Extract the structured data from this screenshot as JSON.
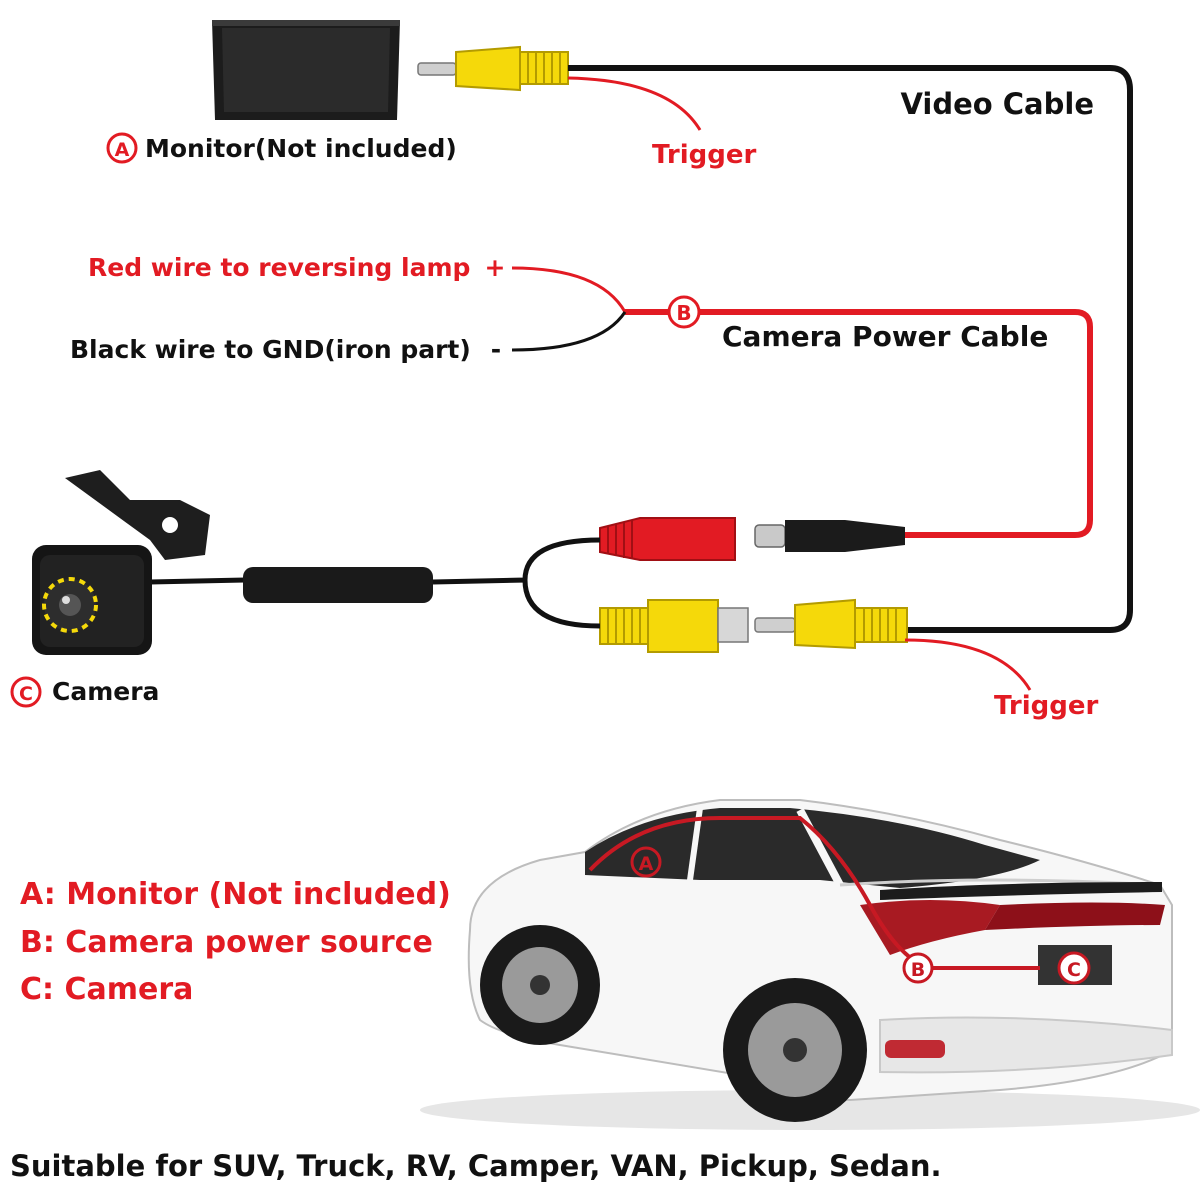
{
  "diagram": {
    "labels": {
      "monitor_marker": "A",
      "monitor_text": "Monitor(Not included)",
      "video_cable": "Video Cable",
      "trigger_top": "Trigger",
      "red_wire": "Red wire to reversing lamp",
      "plus": "+",
      "black_wire": "Black wire to GND(iron part)",
      "minus": "-",
      "power_marker": "B",
      "camera_power_cable": "Camera Power Cable",
      "camera_marker": "C",
      "camera_text": "Camera",
      "trigger_bottom": "Trigger"
    },
    "colors": {
      "red": "#e21b23",
      "black": "#111111",
      "yellow": "#f5d90a",
      "silver": "#c9c9c9"
    }
  },
  "legend": {
    "lines": [
      "A: Monitor (Not included)",
      "B: Camera power source",
      "C: Camera"
    ]
  },
  "car": {
    "markers": [
      "A",
      "B",
      "C"
    ]
  },
  "footer": {
    "text": "Suitable for SUV, Truck, RV, Camper, VAN, Pickup, Sedan."
  }
}
